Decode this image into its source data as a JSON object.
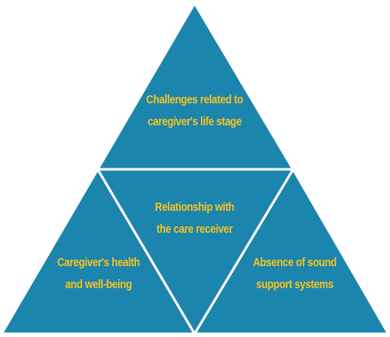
{
  "colors": {
    "fill": "#1c85ad",
    "text": "#f6c321",
    "divider": "#ffffff"
  },
  "diagram": {
    "top": {
      "line1": "Challenges related to",
      "line2": "caregiver's life stage"
    },
    "center": {
      "line1": "Relationship with",
      "line2": "the care receiver"
    },
    "left": {
      "line1": "Caregiver's health",
      "line2": "and well-being"
    },
    "right": {
      "line1": "Absence of sound",
      "line2": "support systems"
    }
  }
}
